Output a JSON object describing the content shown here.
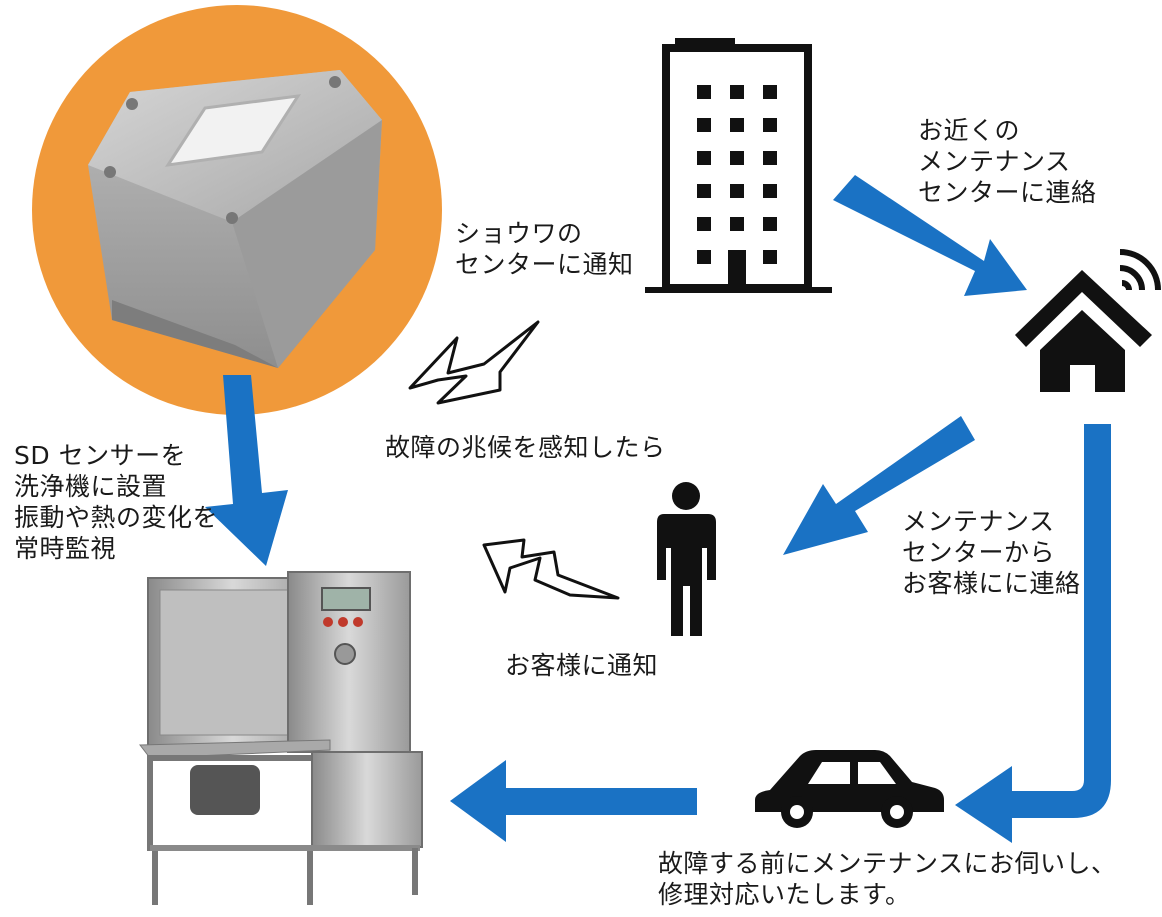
{
  "colors": {
    "arrow_blue": "#1a72c4",
    "sensor_circle": "#f0993a",
    "icon_black": "#111111"
  },
  "icons": [
    "sensor-box-image",
    "office-building-icon",
    "smart-home-icon",
    "person-icon",
    "car-icon",
    "dishwasher-machine-image",
    "lightning-bolt-icon"
  ],
  "labels": {
    "showa_center": "ショウワの\nセンターに通知",
    "nearby_center": "お近くの\nメンテナンス\nセンターに連絡",
    "sensor_install": "SD センサーを\n洗浄機に設置\n振動や熱の変化を\n常時監視",
    "detect_sign": "故障の兆候を感知したら",
    "maint_to_customer": "メンテナンス\nセンターから\nお客様にに連絡",
    "notify_customer": "お客様に通知",
    "repair_visit": "故障する前にメンテナンスにお伺いし、\n修理対応いたします。"
  }
}
